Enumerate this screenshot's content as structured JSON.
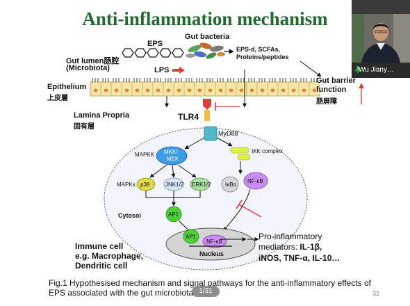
{
  "slide": {
    "title": "Anti-inflammation mechanism",
    "page_indicator": "1/31",
    "slide_number": "32"
  },
  "diagram": {
    "eps": "EPS",
    "gut_bacteria": "Gut bacteria",
    "metabolites_line1": "EPS-d, SCFAs,",
    "metabolites_line2": "Proteins/peptides",
    "gut_lumen_line1": "Gut lumen肠腔",
    "gut_lumen_line2": "(Microbiota)",
    "lps": "LPS",
    "epithelium_line1": "Epithelium",
    "epithelium_line2": "上皮層",
    "gut_barrier_line1": "Gut barrier",
    "gut_barrier_line2": "function",
    "gut_barrier_line3": "肠屏障",
    "lamina_line1": "Lamina Propria",
    "lamina_line2": "固有層",
    "tlr4": "TLR4",
    "myd88": "MyD88",
    "mapkk": "MAPKK",
    "mkk_line1": "MKK/",
    "mkk_line2": "MEK",
    "ikk": "IKK complex",
    "mapks": "MAPKs",
    "p38": "p38",
    "jnk": "JNK1/2",
    "erk": "ERK1/2",
    "ikba": "IκBα",
    "nfkb": "NF-κB",
    "ap1": "AP1",
    "cytosol": "Cytosol",
    "nucleus_ap1": "AP1",
    "nucleus_nfkb": "NF-κB",
    "nucleus": "Nucleus",
    "proinf_line1": "Pro-inflammatory",
    "proinf_line2_prefix": "mediators: ",
    "proinf_line2_bold": "IL-1β,",
    "proinf_line3": "iNOS, TNF-α, IL-10…",
    "immune_line1": "Immune cell",
    "immune_line2": "e.g. Macrophage,",
    "immune_line3": "Dendritic cell"
  },
  "caption": "Fig.1 Hypothesised mechanism and signal pathways for the anti-inflammatory effects of EPS associated with the gut microbiota.",
  "participant": {
    "name": "Wu Jiany…",
    "mic_icon": "microphone-icon"
  },
  "colors": {
    "title": "#1f6b2c",
    "red": "#e53935",
    "mkk": "#3b9be6",
    "p38": "#e0d94a",
    "ap1": "#4cd137",
    "nfkb": "#c98cf0",
    "myd88": "#4fb9c9"
  }
}
